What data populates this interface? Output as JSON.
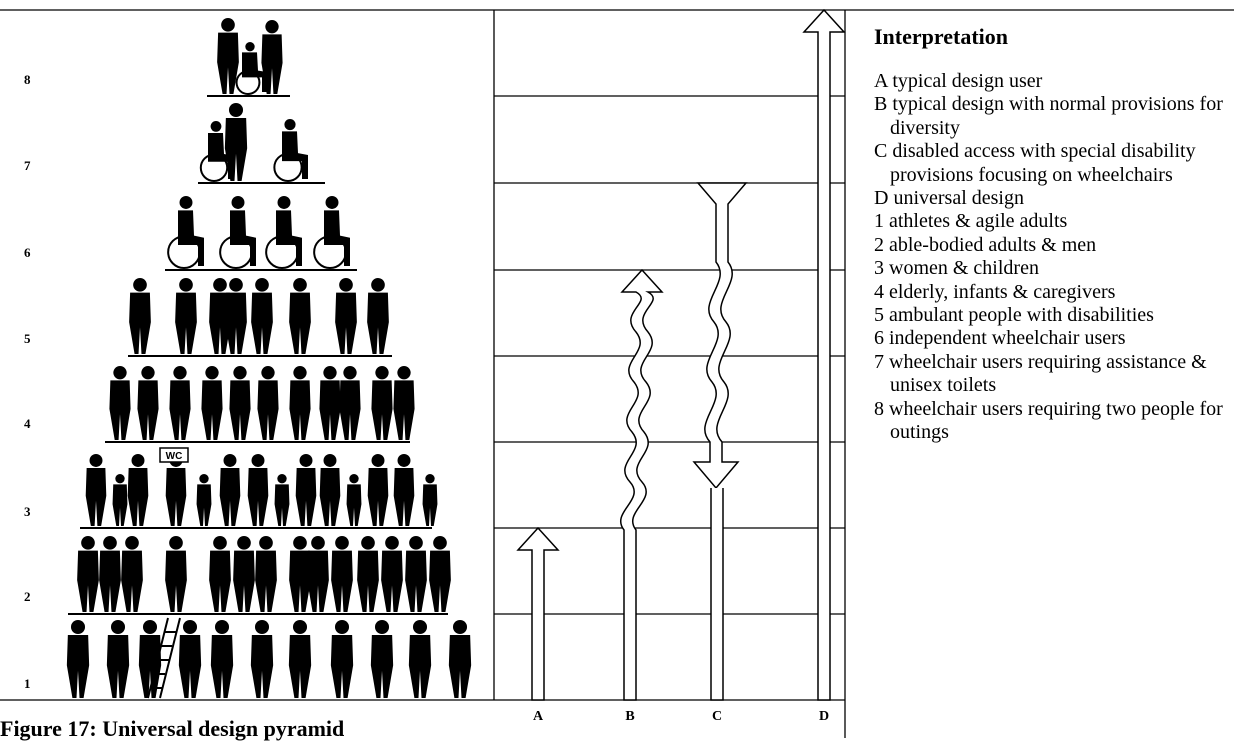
{
  "levels": [
    "1",
    "2",
    "3",
    "4",
    "5",
    "6",
    "7",
    "8"
  ],
  "columns": [
    "A",
    "B",
    "C",
    "D"
  ],
  "wc_sign": "WC",
  "interpretation": {
    "title": "Interpretation",
    "items": [
      "A  typical design user",
      "B  typical design with normal provisions for diversity",
      "C  disabled access with special disability provisions focusing on wheelchairs",
      "D  universal design",
      "1  athletes & agile adults",
      "2  able-bodied adults & men",
      "3  women & children",
      "4  elderly, infants & caregivers",
      "5  ambulant people with disabilities",
      "6  independent wheelchair users",
      "7  wheelchair users requiring assistance & unisex toilets",
      "8  wheelchair users requiring two people for outings"
    ]
  },
  "caption": "Figure 17: Universal design pyramid",
  "figure_icons": {
    "level_1": "athlete-figures",
    "level_2": "adult-figures",
    "level_3": "women-children-figures",
    "level_4": "elderly-caregiver-figures",
    "level_5": "ambulant-crutch-figures",
    "level_6": "wheelchair-figures",
    "level_7": "assisted-wheelchair-scooter-figures",
    "level_8": "two-carer-wheelchair-figures"
  }
}
